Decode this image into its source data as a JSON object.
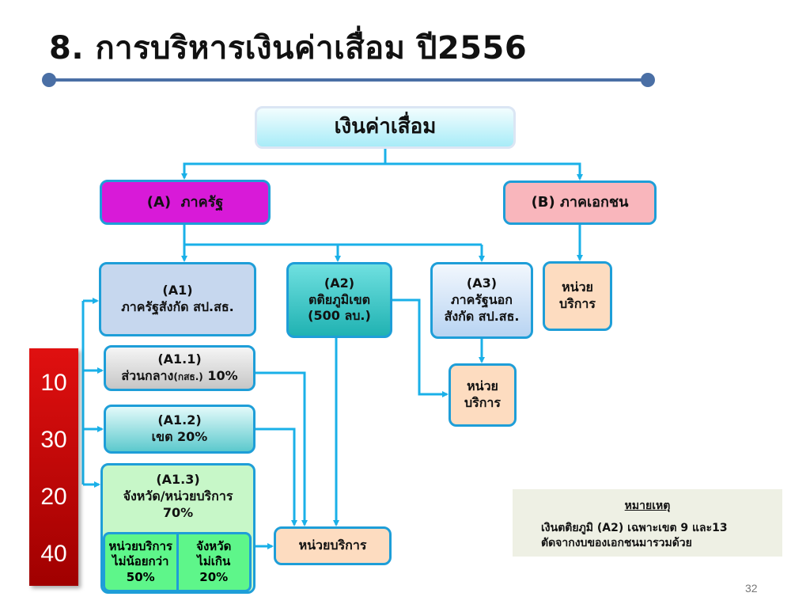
{
  "title": "8. การบริหารเงินค่าเสื่อม ปี2556",
  "root": {
    "label": "เงินค่าเสื่อม"
  },
  "sector_a": {
    "label": "(A)  ภาครัฐ"
  },
  "sector_b": {
    "label": "(B) ภาคเอกชน"
  },
  "a1": {
    "code": "(A1)",
    "label": "ภาครัฐสังกัด สป.สธ."
  },
  "a2": {
    "code": "(A2)",
    "label": "ตติยภูมิเขต",
    "amount": "(500 ลบ.)"
  },
  "a3": {
    "code": "(A3)",
    "line1": "ภาครัฐนอก",
    "line2": "สังกัด สป.สธ."
  },
  "b_unit": {
    "line1": "หน่วย",
    "line2": "บริการ"
  },
  "a3_unit": {
    "line1": "หน่วย",
    "line2": "บริการ"
  },
  "a11": {
    "code": "(A1.1)",
    "label_main": "ส่วนกลาง",
    "label_small": "(กสธ.)",
    "percent": "10%"
  },
  "a12": {
    "code": "(A1.2)",
    "label": "เขต 20%"
  },
  "a13": {
    "code": "(A1.3)",
    "label": "จังหวัด/หน่วยบริการ",
    "percent": "70%",
    "left": {
      "line1": "หน่วยบริการ",
      "line2": "ไม่น้อยกว่า",
      "line3": "50%"
    },
    "right": {
      "line1": "จังหวัด",
      "line2": "ไม่เกิน",
      "line3": "20%"
    }
  },
  "service_unit": {
    "label": "หน่วยบริการ"
  },
  "percent_bar": {
    "values": [
      "10",
      "30",
      "20",
      "40"
    ],
    "color": "#d40000"
  },
  "note": {
    "heading": "หมายเหตุ",
    "line1": "เงินตติยภูมิ (A2) เฉพาะเขต 9 และ13",
    "line2": "ตัดจากงบของเอกชนมารวมด้วย"
  },
  "page_number": "32",
  "colors": {
    "connector": "#1ab0e8",
    "title_rule": "#4a6fa5",
    "sector_a_fill": "#d81ad8"
  }
}
